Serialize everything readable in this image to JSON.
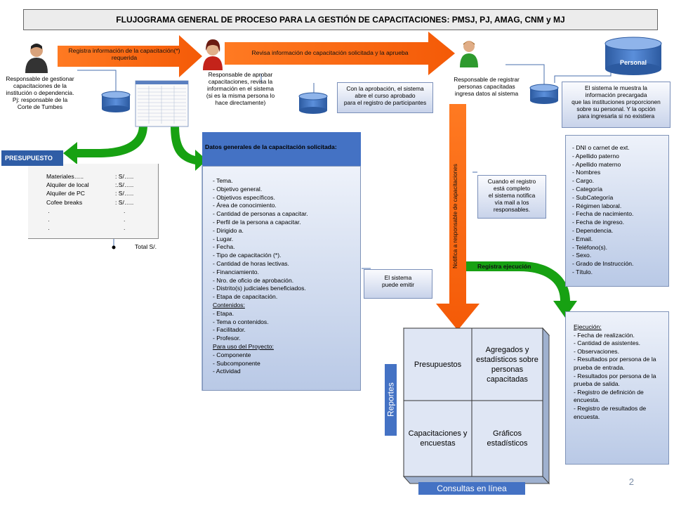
{
  "title": "FLUJOGRAMA GENERAL DE PROCESO PARA LA GESTIÓN DE CAPACITACIONES: PMSJ, PJ, AMAG, CNM y MJ",
  "arrows": {
    "registra": "Registra información de la capacitación(*) requerida",
    "revisa": "Revisa información de capacitación solicitada y la aprueba",
    "notifica": "Notifica a responsable de capacitaciones",
    "registra_ejecucion": "Registra ejecución"
  },
  "persons": {
    "gestionar": [
      "Responsable de gestionar",
      "capacitaciones de la",
      "institución o dependencia.",
      "Pj: responsable de la",
      "Corte de Tumbes"
    ],
    "aprobar": [
      "Responsable de aprobar",
      "capacitaciones, revisa la",
      "información en el sistema",
      "(si es la misma persona lo",
      "hace directamente)"
    ],
    "registrar": [
      "Responsable de registrar",
      "personas capacitadas",
      "ingresa datos al sistema"
    ]
  },
  "callouts": {
    "aprobacion": [
      "Con la aprobación, el sistema",
      "abre el curso aprobado",
      "para el registro de participantes"
    ],
    "sistema_muestra": [
      "El sistema le muestra la",
      "información precargada",
      "que las instituciones proporcionen",
      "sobre su personal. Y la opción",
      "para ingresarla si no existiera"
    ],
    "registro_completo": [
      "Cuando el registro",
      "está completo",
      "el sistema notifica",
      "vía mail a los",
      "responsables."
    ],
    "puede_emitir": [
      "El sistema",
      "puede emitir"
    ]
  },
  "personal_db": "Personal",
  "presupuesto": {
    "header": "PRESUPUESTO",
    "rows": [
      {
        "item": "Materiales…..",
        "value": ": S/….."
      },
      {
        "item": "Alquiler de local",
        "value": ":.S/….."
      },
      {
        "item": "Alquiler de PC",
        "value": ": S/….."
      },
      {
        "item": "Cofee breaks",
        "value": ": S/….."
      }
    ],
    "total": "Total S/."
  },
  "datos": {
    "header": "Datos generales de la capacitación solicitada:",
    "items": [
      "- Tema.",
      "- Objetivo general.",
      "- Objetivos específicos.",
      "- Área de conocimiento.",
      "- Cantidad de personas a capacitar.",
      "- Perfil de la persona a capacitar.",
      "- Dirigido a.",
      "- Lugar.",
      "- Fecha.",
      "- Tipo de capacitación (*).",
      "- Cantidad de horas lectivas.",
      "- Financiamiento.",
      "- Nro. de oficio de aprobación.",
      "- Distrito(s) judiciales beneficiados.",
      "- Etapa de capacitación."
    ],
    "contenidos_label": "Contenidos:",
    "contenidos": [
      "- Etapa.",
      "- Tema o contenidos.",
      "- Facilitador.",
      "- Profesor."
    ],
    "proyecto_label": "Para uso del Proyecto:",
    "proyecto": [
      "- Componente",
      "- Subcomponente",
      "- Actividad"
    ]
  },
  "personal_fields": [
    "- DNI o carnet de ext.",
    "- Apellido paterno",
    "- Apellido materno",
    "- Nombres",
    "- Cargo.",
    "- Categoría",
    "- SubCategoría",
    "- Régimen laboral.",
    "- Fecha de nacimiento.",
    "- Fecha de ingreso.",
    "- Dependencia.",
    "- Email.",
    "- Teléfono(s).",
    "- Sexo.",
    "- Grado de Instrucción.",
    "- Título."
  ],
  "ejecucion": {
    "label": "Ejecución:",
    "items": [
      "- Fecha de realización.",
      "- Cantidad de asistentes.",
      "- Observaciones.",
      "- Resultados por persona de la",
      "  prueba de entrada.",
      "- Resultados por persona de la",
      "  prueba de salida.",
      "- Registro de definición de",
      "  encuesta.",
      "- Registro de resultados de",
      "  encuesta."
    ]
  },
  "reportes": {
    "side_label": "Reportes",
    "bottom_label": "Consultas en línea",
    "q1": "Presupuestos",
    "q2": "Agregados y estadísticos sobre personas capacitadas",
    "q3": "Capacitaciones y encuestas",
    "q4": "Gráficos estadísticos"
  },
  "page_number": "2",
  "colors": {
    "orange": "#ff6a13",
    "green": "#13a10e",
    "blue": "#4472c4",
    "db": "#3b6fbf"
  }
}
